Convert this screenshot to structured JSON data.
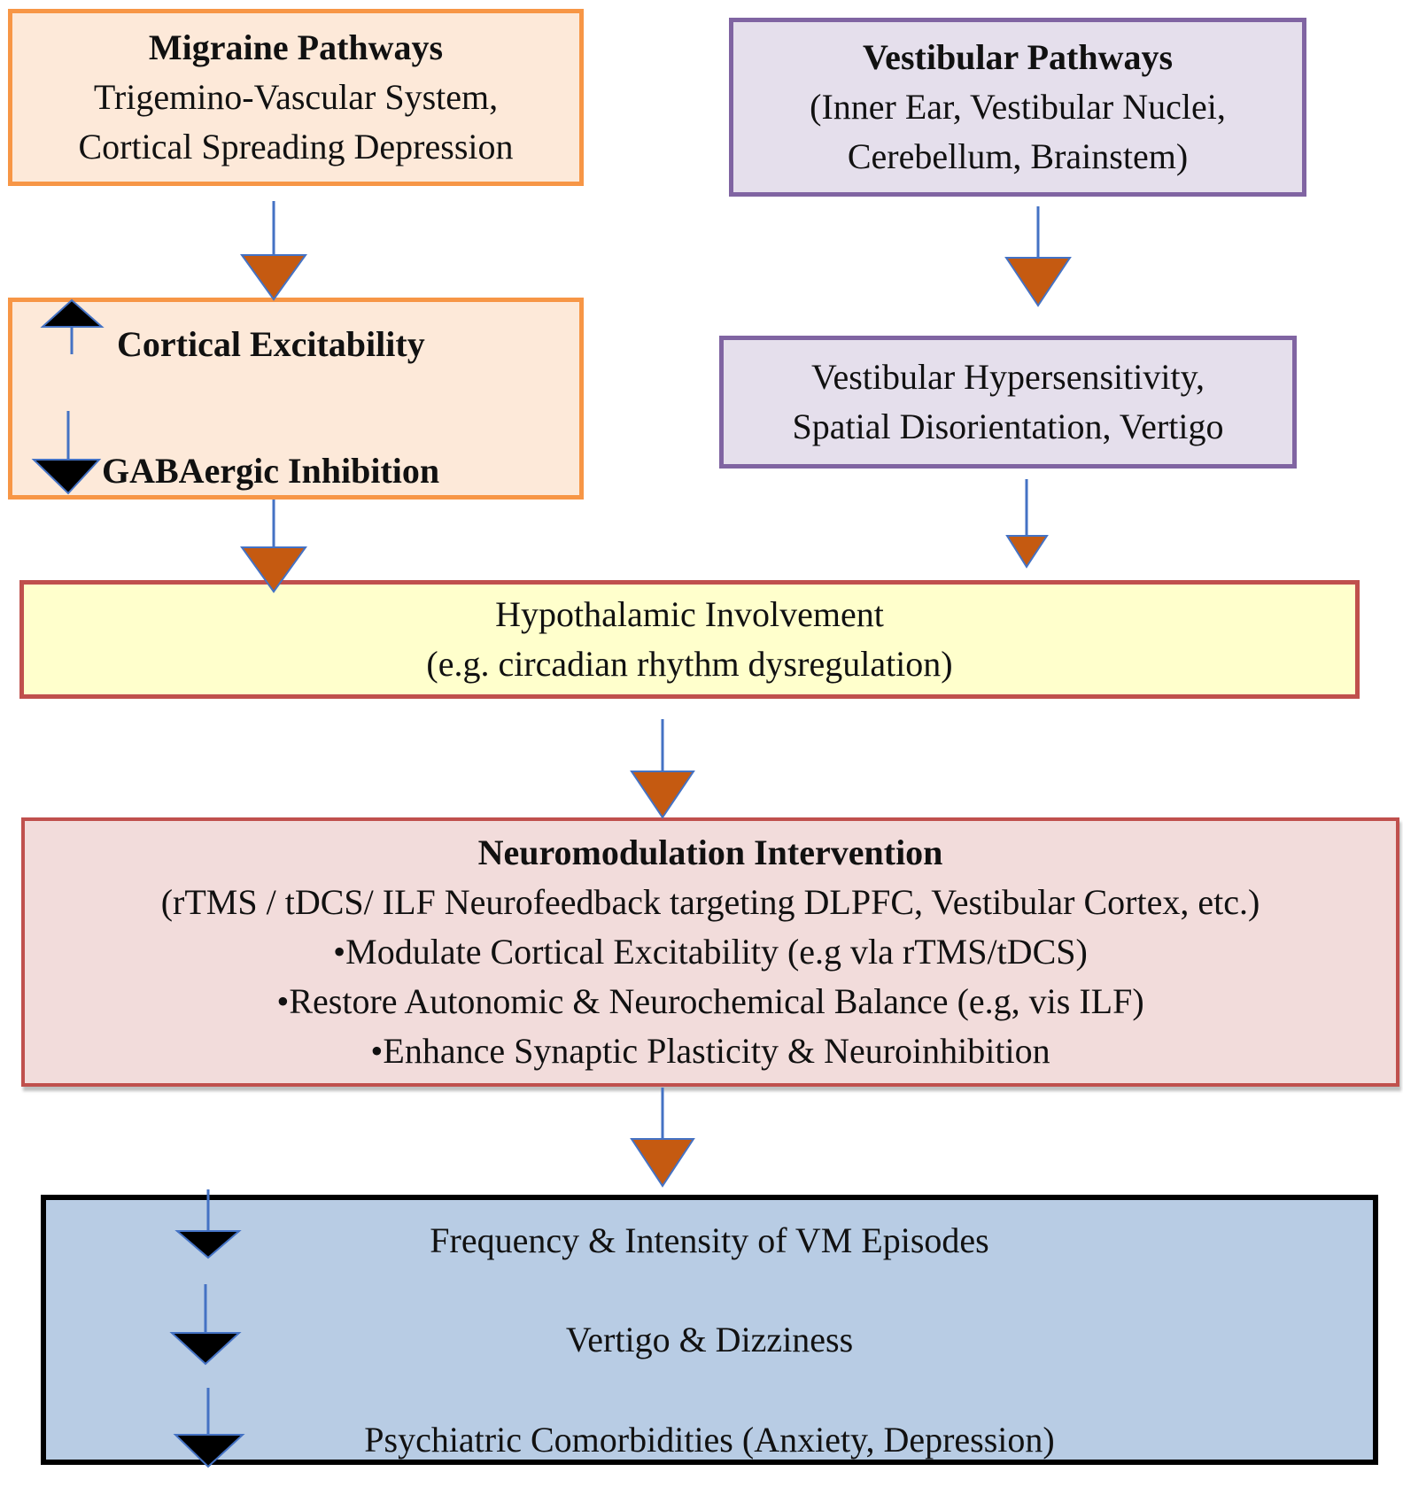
{
  "diagram": {
    "migraine_pathways": {
      "title": "Migraine Pathways",
      "lines": [
        "Trigemino-Vascular System,",
        "Cortical Spreading Depression"
      ]
    },
    "vestibular_pathways": {
      "title": "Vestibular Pathways",
      "lines": [
        "(Inner Ear, Vestibular Nuclei,",
        "Cerebellum, Brainstem)"
      ]
    },
    "cortical_box": {
      "items": [
        {
          "direction": "up",
          "label": "Cortical Excitability"
        },
        {
          "direction": "down",
          "label": "GABAergic Inhibition"
        }
      ]
    },
    "vestibular_symptoms": {
      "lines": [
        "Vestibular Hypersensitivity,",
        "Spatial Disorientation, Vertigo"
      ]
    },
    "hypothalamic": {
      "lines": [
        "Hypothalamic Involvement",
        "(e.g. circadian rhythm dysregulation)"
      ]
    },
    "neuromodulation": {
      "title": "Neuromodulation Intervention",
      "lines": [
        "(rTMS / tDCS/ ILF Neurofeedback targeting DLPFC, Vestibular Cortex, etc.)",
        "•Modulate Cortical Excitability (e.g vla rTMS/tDCS)",
        "•Restore Autonomic & Neurochemical Balance (e.g, vis ILF)",
        "•Enhance Synaptic Plasticity & Neuroinhibition"
      ]
    },
    "outcomes": {
      "items": [
        {
          "direction": "down",
          "label": "Frequency & Intensity of VM Episodes"
        },
        {
          "direction": "down",
          "label": "Vertigo & Dizziness"
        },
        {
          "direction": "down",
          "label": "Psychiatric Comorbidities (Anxiety, Depression)"
        }
      ]
    },
    "colors": {
      "arrow_line": "#4472c4",
      "arrow_head": "#c55a11",
      "indicator_head": "#000000",
      "migraine_fill": "#fde9d9",
      "migraine_border": "#f79646",
      "vestibular_fill": "#e5dfec",
      "vestibular_border": "#8064a2",
      "hypothalamic_fill": "#ffffcc",
      "hypothalamic_border": "#c0504d",
      "neuromodulation_fill": "#f2dcdb",
      "outcomes_fill": "#b8cce4"
    }
  }
}
